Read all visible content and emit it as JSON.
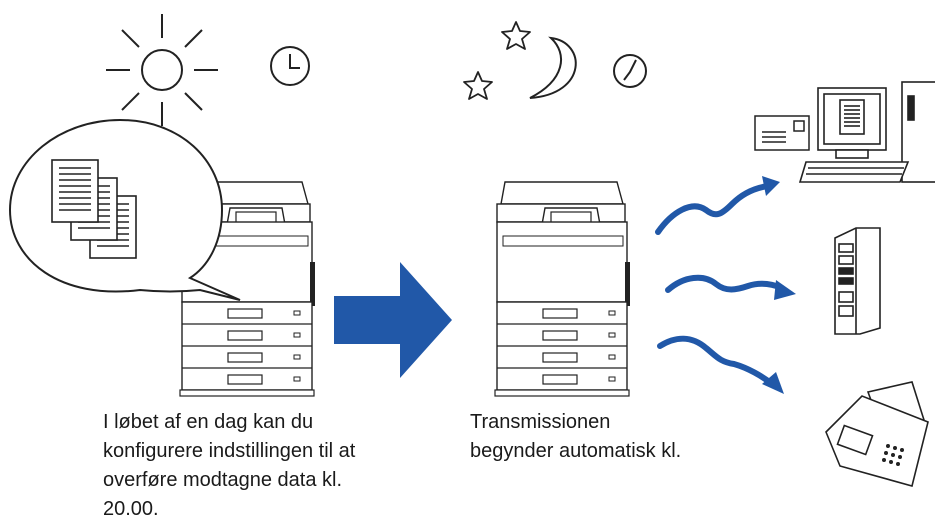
{
  "captions": {
    "left_lines": [
      "I løbet af en dag kan du",
      "konfigurere indstillingen til at",
      "overføre modtagne data kl.",
      "20.00."
    ],
    "middle_lines": [
      "Transmissionen",
      "begynder automatisk kl."
    ]
  },
  "icons": {
    "day": [
      "sun-icon",
      "clock-icon"
    ],
    "night": [
      "star-icon",
      "star-icon",
      "moon-icon",
      "clock-icon"
    ],
    "main": [
      "document-stack-icon",
      "printer-icon",
      "arrow-icon",
      "printer-icon"
    ],
    "destinations": [
      "email-icon",
      "computer-icon",
      "server-icon",
      "fax-icon"
    ]
  },
  "colors": {
    "arrow": "#2158a8",
    "line": "#1a1a1a",
    "background": "#ffffff"
  }
}
